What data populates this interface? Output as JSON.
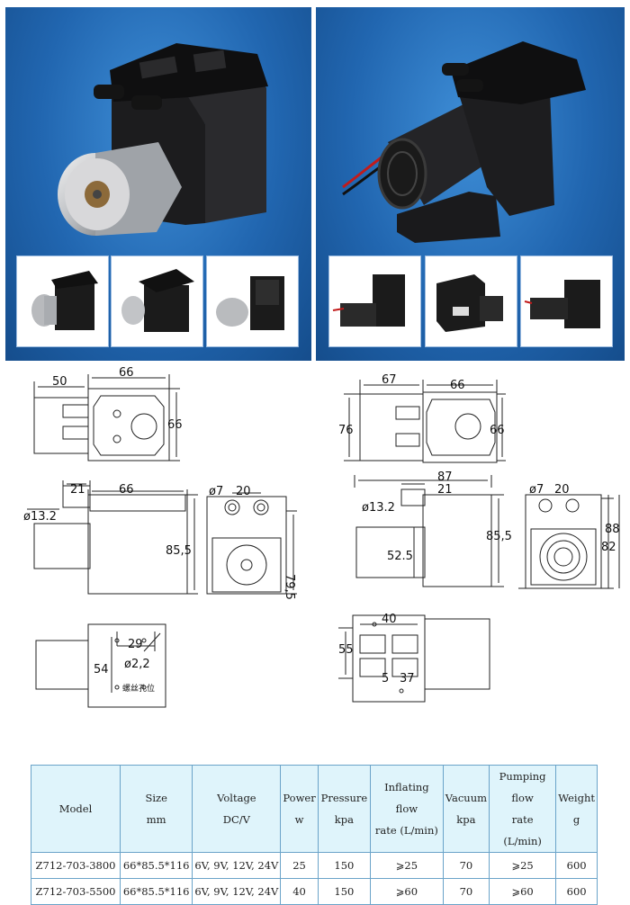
{
  "product_images": {
    "left_panel": {
      "thumbnails": [
        "thumb-1",
        "thumb-2",
        "thumb-3"
      ]
    },
    "right_panel": {
      "thumbnails": [
        "thumb-4",
        "thumb-5",
        "thumb-6"
      ]
    }
  },
  "drawing_left": {
    "top_w": "50",
    "top_body": "66",
    "top_h": "66",
    "side_inlet": "21",
    "side_body": "66",
    "side_dia": "ø13.2",
    "side_h": "85,5",
    "front_dia": "ø7",
    "front_pitch": "20",
    "front_h": "79,5",
    "bottom_w": "29",
    "bottom_h": "54",
    "bottom_hole": "ø2,2",
    "bottom_note": "螺丝孔位"
  },
  "drawing_right": {
    "top_motor": "67",
    "top_body": "66",
    "top_h_left": "76",
    "top_h_right": "66",
    "side_total": "87",
    "side_inlet": "21",
    "side_dia": "ø13.2",
    "side_h": "85,5",
    "side_motor_h": "52.5",
    "front_dia": "ø7",
    "front_pitch": "20",
    "front_h1": "82",
    "front_h2": "88",
    "bottom_w": "40",
    "bottom_h": "55",
    "bottom_gap": "5",
    "bottom_slot": "37"
  },
  "spec_table": {
    "headers": [
      {
        "line1": "Model",
        "line2": ""
      },
      {
        "line1": "Size",
        "line2": "mm"
      },
      {
        "line1": "Voltage",
        "line2": "DC/V"
      },
      {
        "line1": "Power",
        "line2": "w"
      },
      {
        "line1": "Pressure",
        "line2": "kpa"
      },
      {
        "line1": "Inflating flow",
        "line2": "rate (L/min)"
      },
      {
        "line1": "Vacuum",
        "line2": "kpa"
      },
      {
        "line1": "Pumping flow",
        "line2": "rate (L/min)"
      },
      {
        "line1": "Weight",
        "line2": "g"
      }
    ],
    "rows": [
      [
        "Z712-703-3800",
        "66*85.5*116",
        "6V, 9V, 12V, 24V",
        "25",
        "150",
        "⩾25",
        "70",
        "⩾25",
        "600"
      ],
      [
        "Z712-703-5500",
        "66*85.5*116",
        "6V, 9V, 12V, 24V",
        "40",
        "150",
        "⩾60",
        "70",
        "⩾60",
        "600"
      ]
    ]
  }
}
